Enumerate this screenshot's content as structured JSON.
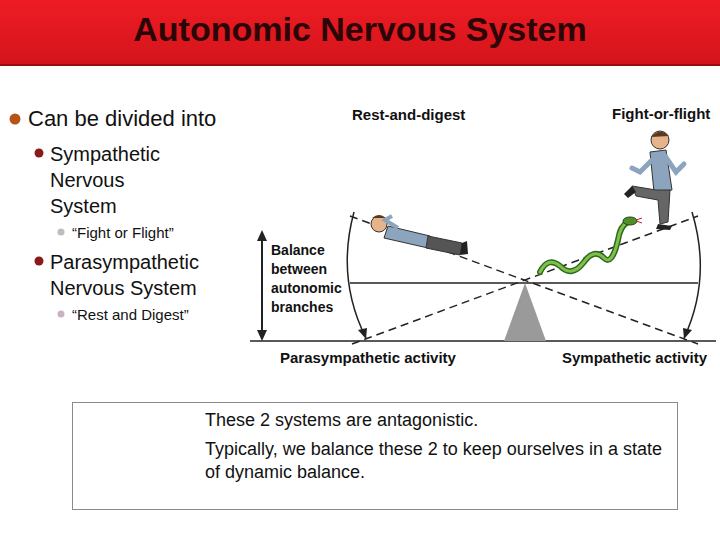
{
  "diagram": {
    "title": "Autonomic Nervous System",
    "nodes": [
      {
        "text": [
          "These 2 systems are antagonistic.",
          "Typically, we balance these 2 to keep ourselves in a state of dynamic balance."
        ]
      }
    ],
    "labels": [
      "Can be divided into",
      "Sympathetic Nervous System",
      "“Fight or Flight”",
      "Parasympathetic Nervous System",
      "“Rest and Digest”",
      "Rest-and-digest",
      "Fight-or-flight",
      "Balance between autonomic branches",
      "Parasympathetic activity",
      "Sympathetic activity"
    ]
  }
}
